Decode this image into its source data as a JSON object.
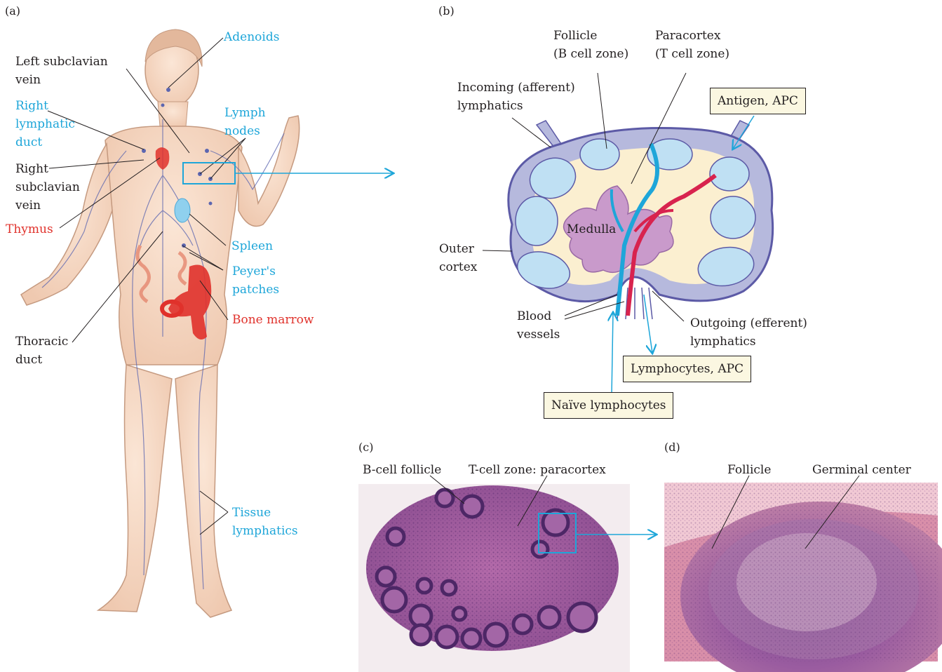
{
  "panels": {
    "a": "(a)",
    "b": "(b)",
    "c": "(c)",
    "d": "(d)"
  },
  "colors": {
    "blue_label": "#1ea6d9",
    "red_label": "#e0312b",
    "box_fill": "#fbf7e1"
  },
  "panel_a": {
    "adenoids": "Adenoids",
    "left_subclavian_vein": "Left subclavian\nvein",
    "right_lymphatic_duct": "Right\nlymphatic\nduct",
    "lymph_nodes": "Lymph\nnodes",
    "right_subclavian_vein": "Right\nsubclavian\nvein",
    "thymus": "Thymus",
    "spleen": "Spleen",
    "peyers_patches": "Peyer's\npatches",
    "bone_marrow": "Bone marrow",
    "thoracic_duct": "Thoracic\nduct",
    "tissue_lymphatics": "Tissue\nlymphatics"
  },
  "panel_b": {
    "follicle": "Follicle\n(B cell zone)",
    "paracortex": "Paracortex\n(T cell zone)",
    "incoming_lymphatics": "Incoming (afferent)\nlymphatics",
    "antigen_apc": "Antigen, APC",
    "medulla": "Medulla",
    "outer_cortex": "Outer\ncortex",
    "blood_vessels": "Blood\nvessels",
    "outgoing_lymphatics": "Outgoing (efferent)\nlymphatics",
    "lymphocytes_apc": "Lymphocytes, APC",
    "naive_lymphocytes": "Naïve lymphocytes"
  },
  "panel_c": {
    "b_cell_follicle": "B-cell follicle",
    "t_cell_zone": "T-cell zone: paracortex"
  },
  "panel_d": {
    "follicle": "Follicle",
    "germinal_center": "Germinal center"
  }
}
